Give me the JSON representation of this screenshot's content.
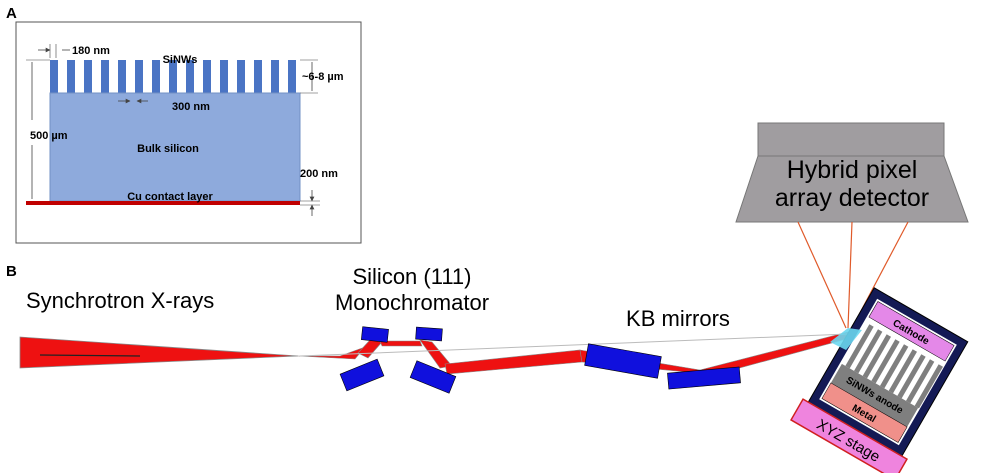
{
  "panel_a": {
    "label": "A",
    "title": "SiNWs",
    "dim_width": "180 nm",
    "dim_height": "~6-8 µm",
    "dim_pitch": "300 nm",
    "dim_thickness": "500 µm",
    "dim_contact": "200 nm",
    "bulk_label": "Bulk silicon",
    "contact_label": "Cu contact layer",
    "nanowire_count": 15
  },
  "panel_b": {
    "label": "B",
    "source_label": "Synchrotron X-rays",
    "mono_label_line1": "Silicon (111)",
    "mono_label_line2": "Monochromator",
    "kb_label": "KB mirrors",
    "detector_line1": "Hybrid pixel",
    "detector_line2": "array detector",
    "cathode_label": "Cathode",
    "anode_label": "SiNWs anode",
    "metal_label": "Metal",
    "stage_label": "XYZ stage"
  },
  "colors": {
    "nanowire": "#4a74c4",
    "bulk": "#8eaadc",
    "contact": "#c00000",
    "beam": "#ee1111",
    "optics": "#1010dd",
    "detector": "#a09da0",
    "cell_frame": "#141a55",
    "cathode": "#e488e8",
    "anode": "#7f7f7f",
    "metal": "#f0908a",
    "stage": "#ef84de"
  }
}
